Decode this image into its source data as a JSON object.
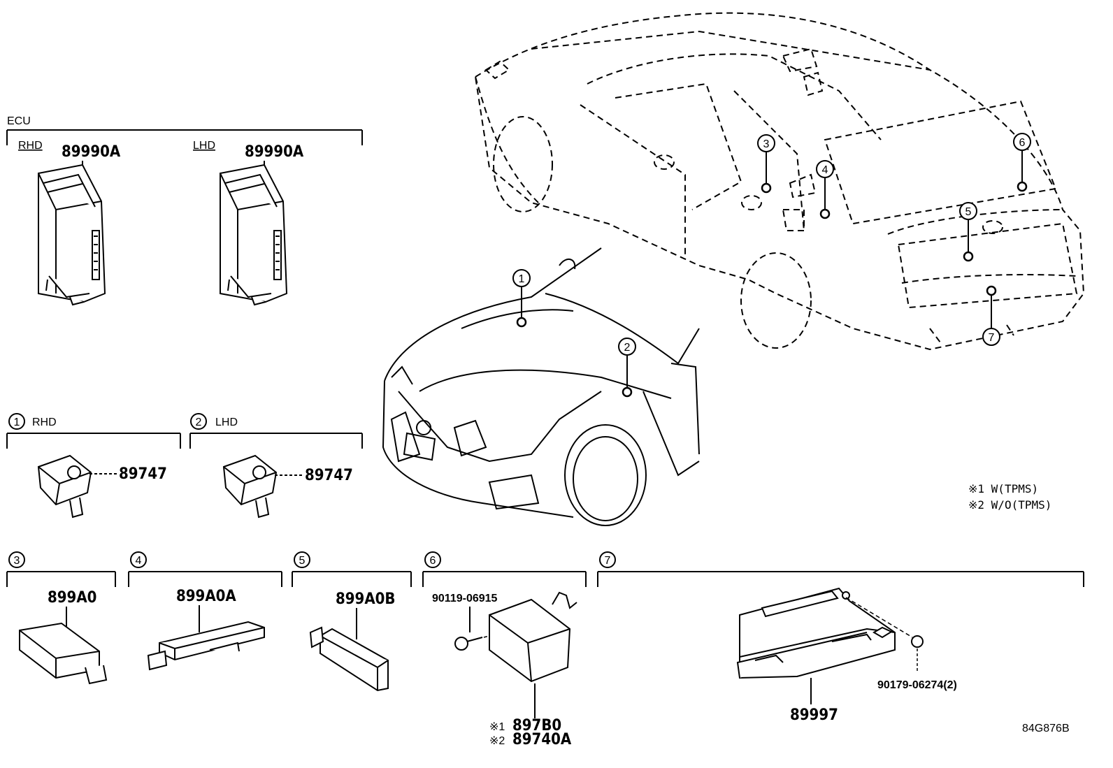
{
  "sections": {
    "ecu": {
      "title": "ECU",
      "rhd_label": "RHD",
      "lhd_label": "LHD",
      "rhd_part": "89990A",
      "lhd_part": "89990A"
    },
    "sec1": {
      "num": "1",
      "label": "RHD",
      "part": "89747"
    },
    "sec2": {
      "num": "2",
      "label": "LHD",
      "part": "89747"
    },
    "sec3": {
      "num": "3",
      "part": "899A0"
    },
    "sec4": {
      "num": "4",
      "part": "899A0A"
    },
    "sec5": {
      "num": "5",
      "part": "899A0B"
    },
    "sec6": {
      "num": "6",
      "bolt": "90119-06915",
      "part1": "897B0",
      "part2": "89740A",
      "mark1": "※1",
      "mark2": "※2"
    },
    "sec7": {
      "num": "7",
      "part": "89997",
      "nut": "90179-06274(2)"
    }
  },
  "callouts": [
    "1",
    "2",
    "3",
    "4",
    "5",
    "6",
    "7"
  ],
  "notes": {
    "note1": "※1 W(TPMS)",
    "note2": "※2 W/O(TPMS)"
  },
  "figure_id": "84G876B"
}
